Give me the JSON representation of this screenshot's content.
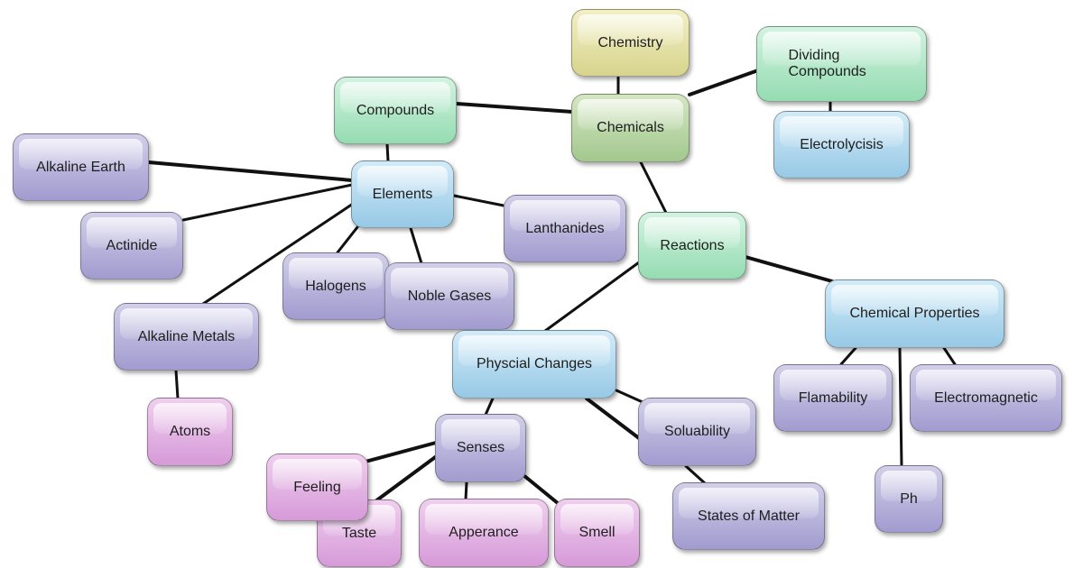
{
  "nodes": {
    "chemistry": {
      "label": "Chemistry",
      "color": "#e8e6b0"
    },
    "chemicals": {
      "label": "Chemicals",
      "color": "#b9d8a6"
    },
    "dividing_compounds": {
      "label": "Dividing Compounds",
      "color": "#b3e8cb"
    },
    "electrolycisis": {
      "label": "Electrolycisis",
      "color": "#b4dbf0"
    },
    "compounds": {
      "label": "Compounds",
      "color": "#b3e8cb"
    },
    "elements": {
      "label": "Elements",
      "color": "#b4dbf0"
    },
    "alkaline_earth": {
      "label": "Alkaline Earth",
      "color": "#b9b4de"
    },
    "actinide": {
      "label": "Actinide",
      "color": "#b9b4de"
    },
    "lanthanides": {
      "label": "Lanthanides",
      "color": "#b9b4de"
    },
    "halogens": {
      "label": "Halogens",
      "color": "#b9b4de"
    },
    "noble_gases": {
      "label": "Noble Gases",
      "color": "#b9b4de"
    },
    "alkaline_metals": {
      "label": "Alkaline Metals",
      "color": "#b9b4de"
    },
    "atoms": {
      "label": "Atoms",
      "color": "#e1b2e3"
    },
    "reactions": {
      "label": "Reactions",
      "color": "#b3e8cb"
    },
    "chemical_properties": {
      "label": "Chemical Properties",
      "color": "#b4dbf0"
    },
    "physical_changes": {
      "label": "Physcial Changes",
      "color": "#b4dbf0"
    },
    "flamability": {
      "label": "Flamability",
      "color": "#b9b4de"
    },
    "electromagnetic": {
      "label": "Electromagnetic",
      "color": "#b9b4de"
    },
    "ph": {
      "label": "Ph",
      "color": "#b9b4de"
    },
    "soluability": {
      "label": "Soluability",
      "color": "#b9b4de"
    },
    "states_of_matter": {
      "label": "States of Matter",
      "color": "#b9b4de"
    },
    "senses": {
      "label": "Senses",
      "color": "#b9b4de"
    },
    "taste": {
      "label": "Taste",
      "color": "#e1b2e3"
    },
    "feeling": {
      "label": "Feeling",
      "color": "#e1b2e3"
    },
    "apperance": {
      "label": "Apperance",
      "color": "#e1b2e3"
    },
    "smell": {
      "label": "Smell",
      "color": "#e1b2e3"
    }
  },
  "edges": [
    [
      "chemistry",
      "chemicals"
    ],
    [
      "chemicals",
      "dividing_compounds"
    ],
    [
      "dividing_compounds",
      "electrolycisis"
    ],
    [
      "chemicals",
      "compounds"
    ],
    [
      "chemicals",
      "reactions"
    ],
    [
      "compounds",
      "elements"
    ],
    [
      "elements",
      "alkaline_earth"
    ],
    [
      "elements",
      "actinide"
    ],
    [
      "elements",
      "alkaline_metals"
    ],
    [
      "elements",
      "halogens"
    ],
    [
      "elements",
      "noble_gases"
    ],
    [
      "elements",
      "lanthanides"
    ],
    [
      "alkaline_metals",
      "atoms"
    ],
    [
      "reactions",
      "physical_changes"
    ],
    [
      "reactions",
      "chemical_properties"
    ],
    [
      "chemical_properties",
      "flamability"
    ],
    [
      "chemical_properties",
      "electromagnetic"
    ],
    [
      "chemical_properties",
      "ph"
    ],
    [
      "physical_changes",
      "soluability"
    ],
    [
      "physical_changes",
      "senses"
    ],
    [
      "soluability",
      "states_of_matter"
    ],
    [
      "senses",
      "feeling"
    ],
    [
      "senses",
      "taste"
    ],
    [
      "senses",
      "apperance"
    ],
    [
      "senses",
      "smell"
    ]
  ]
}
